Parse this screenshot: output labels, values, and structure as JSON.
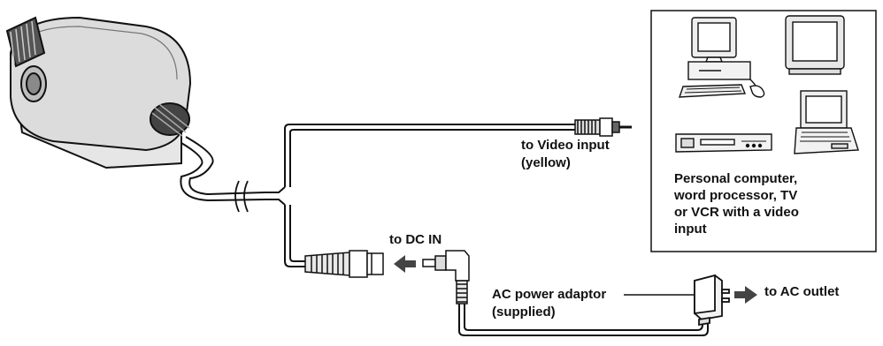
{
  "labels": {
    "video_input": [
      "to Video input",
      "(yellow)"
    ],
    "devices": [
      "Personal computer,",
      "word processor, TV",
      "or VCR with a video",
      "input"
    ],
    "dc_in": "to DC IN",
    "adaptor": [
      "AC power adaptor",
      "(supplied)"
    ],
    "ac_outlet": "to AC outlet"
  }
}
